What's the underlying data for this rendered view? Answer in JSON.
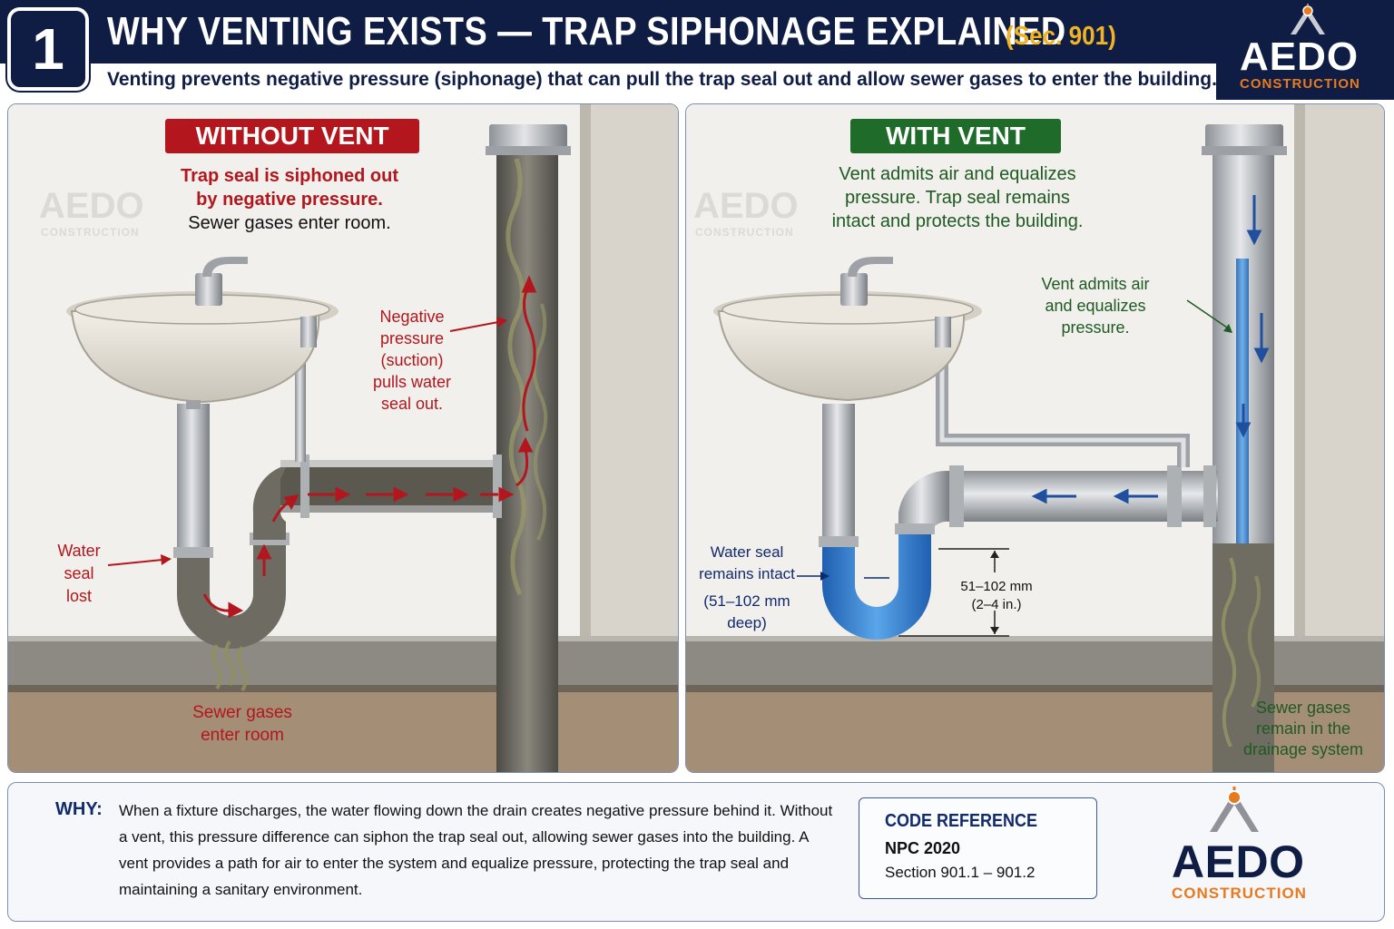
{
  "header": {
    "step_number": "1",
    "title": "WHY VENTING EXISTS — TRAP SIPHONAGE EXPLAINED",
    "section": "(Sec. 901)",
    "subtitle": "Venting prevents negative pressure (siphonage) that can pull the trap seal out and allow sewer gases to enter the building."
  },
  "brand": {
    "name": "AEDO",
    "sub": "CONSTRUCTION"
  },
  "left_panel": {
    "label": "WITHOUT VENT",
    "desc_red_1": "Trap seal is siphoned out",
    "desc_red_2": "by negative pressure.",
    "desc_dark": "Sewer gases enter room.",
    "callout_negative_1": "Negative",
    "callout_negative_2": "pressure",
    "callout_negative_3": "(suction)",
    "callout_negative_4": "pulls water",
    "callout_negative_5": "seal out.",
    "callout_water_1": "Water",
    "callout_water_2": "seal",
    "callout_water_3": "lost",
    "callout_gas_1": "Sewer gases",
    "callout_gas_2": "enter room"
  },
  "right_panel": {
    "label": "WITH VENT",
    "desc_1": "Vent admits air and equalizes",
    "desc_2": "pressure. Trap seal remains",
    "desc_3": "intact and protects the building.",
    "callout_vent_1": "Vent admits air",
    "callout_vent_2": "and equalizes",
    "callout_vent_3": "pressure.",
    "callout_seal_1": "Water seal",
    "callout_seal_2": "remains intact",
    "callout_seal_3": "(51–102 mm",
    "callout_seal_4": "deep)",
    "dim_1": "51–102 mm",
    "dim_2": "(2–4 in.)",
    "callout_gas_1": "Sewer gases",
    "callout_gas_2": "remain in the",
    "callout_gas_3": "drainage system"
  },
  "bottom": {
    "why_label": "WHY:",
    "why_text": "When a fixture discharges, the water flowing down the drain creates negative pressure behind it. Without a vent, this pressure difference can siphon the trap seal out, allowing sewer gases into the building. A vent provides a path for air to enter the system and equalize pressure, protecting the trap seal and maintaining a sanitary environment.",
    "code_title": "CODE REFERENCE",
    "code_line_1": "NPC 2020",
    "code_line_2": "Section 901.1 – 901.2"
  },
  "colors": {
    "navy": "#0f1d45",
    "red": "#b3161d",
    "green": "#1f6b2a",
    "accent_gold": "#f0b323",
    "accent_orange": "#e87a1e",
    "water_blue": "#2f7fd0"
  },
  "icons": [
    "compass-logo-icon",
    "flow-arrow-icon",
    "air-arrow-icon",
    "gas-wave-icon"
  ]
}
